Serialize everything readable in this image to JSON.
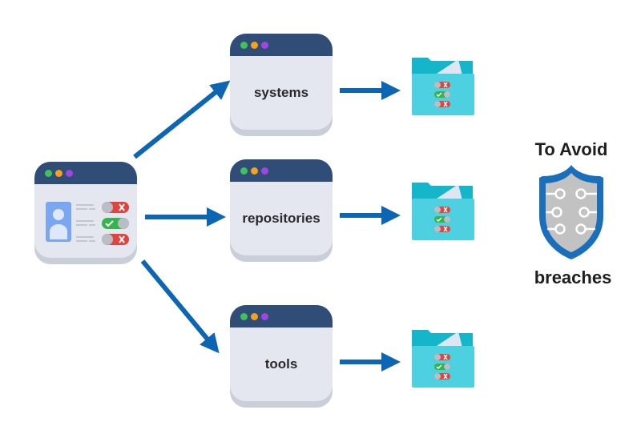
{
  "source": {
    "title": "user-access-window",
    "toggles": [
      "deny",
      "allow",
      "deny"
    ]
  },
  "targets": [
    {
      "label": "systems"
    },
    {
      "label": "repositories"
    },
    {
      "label": "tools"
    }
  ],
  "folders": [
    {
      "toggles": [
        "deny",
        "allow",
        "deny"
      ]
    },
    {
      "toggles": [
        "deny",
        "allow",
        "deny"
      ]
    },
    {
      "toggles": [
        "deny",
        "allow",
        "deny"
      ]
    }
  ],
  "outcome": {
    "top_text": "To Avoid",
    "bottom_text": "breaches"
  },
  "colors": {
    "arrow": "#0c66b3",
    "window_bar": "#2f4d76",
    "folder": "#4bd0e0",
    "shield_border": "#1a6fbd",
    "shield_fill": "#c2c2c2"
  }
}
